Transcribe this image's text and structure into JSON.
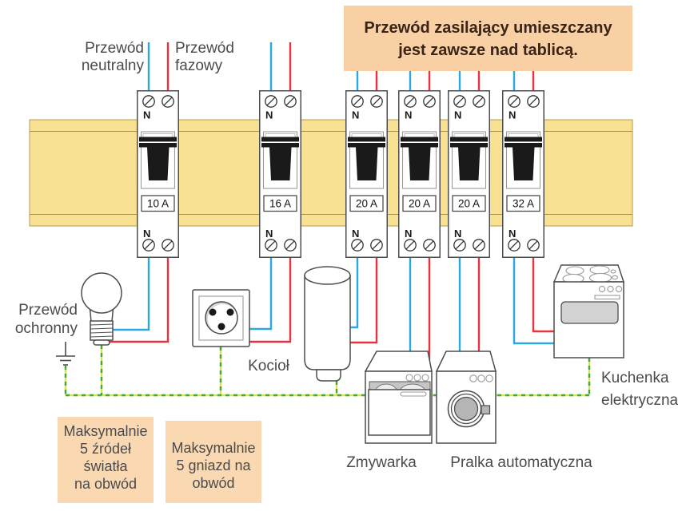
{
  "title_note": {
    "line1": "Przewód zasilający umieszczany",
    "line2": "jest zawsze nad tablicą."
  },
  "wire_labels": {
    "neutral": {
      "line1": "Przewód",
      "line2": "neutralny"
    },
    "phase": {
      "line1": "Przewód",
      "line2": "fazowy"
    },
    "protective": {
      "line1": "Przewód",
      "line2": "ochronny"
    }
  },
  "breakers": [
    {
      "rating": "10 A"
    },
    {
      "rating": "16 A"
    },
    {
      "rating": "20 A"
    },
    {
      "rating": "20 A"
    },
    {
      "rating": "20 A"
    },
    {
      "rating": "32 A"
    }
  ],
  "terminal_label": "N",
  "appliance_labels": {
    "boiler": "Kocioł",
    "dishwasher": "Zmywarka",
    "washing_machine": "Pralka automatyczna",
    "cooker": {
      "line1": "Kuchenka",
      "line2": "elektryczna"
    }
  },
  "notes": {
    "lights": {
      "line1": "Maksymalnie",
      "line2": "5 źródeł",
      "line3": "światła",
      "line4": "na obwód"
    },
    "sockets": {
      "line1": "Maksymalnie",
      "line2": "5 gniazd na",
      "line3": "obwód"
    }
  },
  "colors": {
    "neutral_wire": "#2aa9e0",
    "phase_wire": "#e5333f",
    "protective_wire_yellow": "#dbe24b",
    "protective_wire_green": "#4ba344",
    "din_rail_fill": "#f8e193",
    "note_fill": "#f8d0a4"
  }
}
